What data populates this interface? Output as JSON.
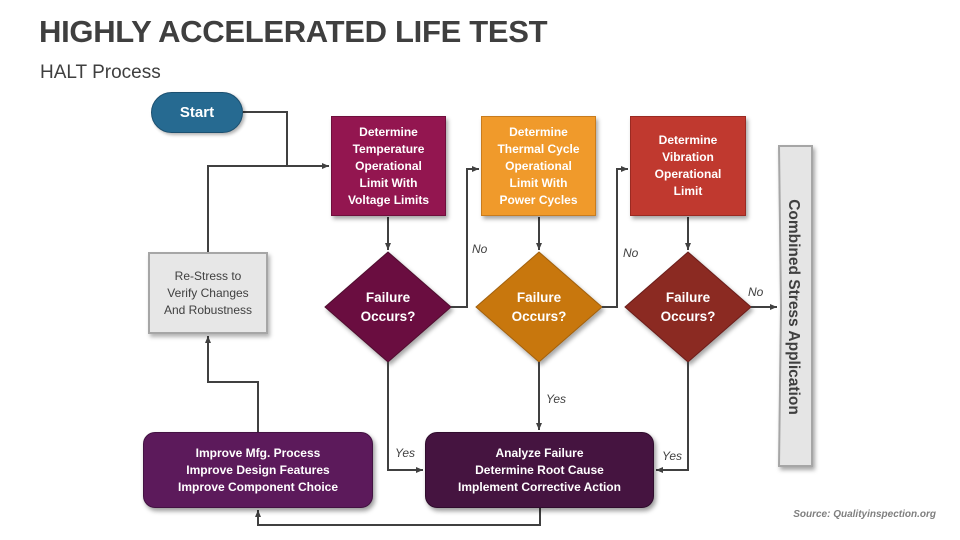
{
  "header": {
    "title": "HIGHLY ACCELERATED LIFE TEST",
    "subtitle": "HALT Process"
  },
  "flowchart": {
    "start": {
      "label": "Start",
      "color": "#266a91"
    },
    "steps": [
      {
        "id": "temperature",
        "label": "Determine\nTemperature\nOperational\nLimit With\nVoltage Limits",
        "color": "#931650"
      },
      {
        "id": "thermal-cycle",
        "label": "Determine\nThermal Cycle\nOperational\nLimit With\nPower Cycles",
        "color": "#f09a2b"
      },
      {
        "id": "vibration",
        "label": "Determine\nVibration\nOperational\nLimit",
        "color": "#c0392f"
      }
    ],
    "decisions": [
      {
        "id": "decision-1",
        "label": "Failure\nOccurs?",
        "color": "#6b1040"
      },
      {
        "id": "decision-2",
        "label": "Failure\nOccurs?",
        "color": "#c8770e"
      },
      {
        "id": "decision-3",
        "label": "Failure\nOccurs?",
        "color": "#8b2a24"
      }
    ],
    "restress": {
      "label": "Re-Stress to\nVerify Changes\nAnd Robustness",
      "color": "#e7e7e7"
    },
    "improve": {
      "label": "Improve Mfg. Process\nImprove Design Features\nImprove Component Choice",
      "color": "#5c1a5b"
    },
    "analyze": {
      "label": "Analyze Failure\nDetermine Root Cause\nImplement Corrective Action",
      "color": "#451440"
    },
    "combined": {
      "label": "Combined Stress Application",
      "color": "#e5e5e5"
    },
    "edge_labels": {
      "no_1": "No",
      "no_2": "No",
      "no_3": "No",
      "yes_1": "Yes",
      "yes_2": "Yes",
      "yes_3": "Yes"
    }
  },
  "footer": {
    "source": "Source: Qualityinspection.org"
  }
}
